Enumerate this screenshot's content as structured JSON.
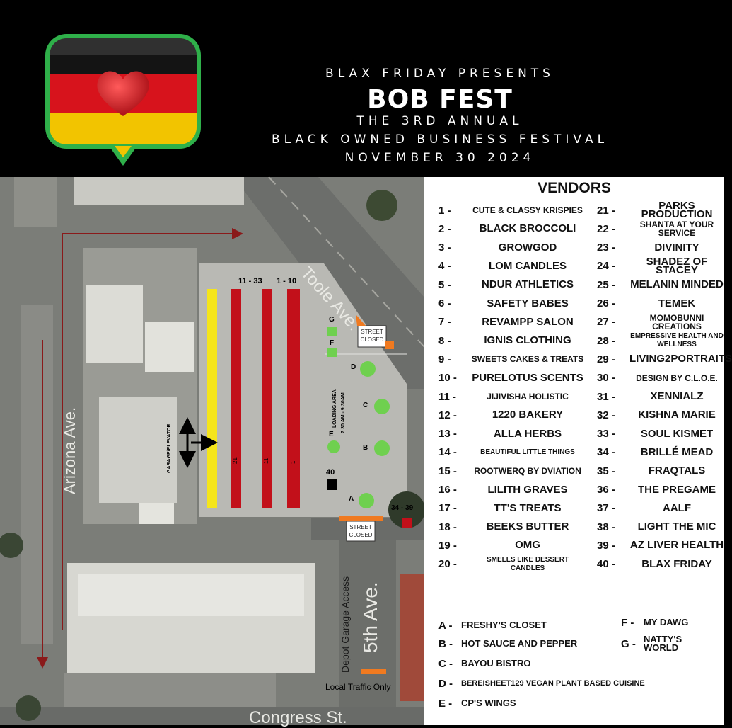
{
  "header": {
    "presents": "BLAX FRIDAY PRESENTS",
    "title": "BOB FEST",
    "annual": "THE 3RD ANNUAL",
    "festival": "BLACK OWNED BUSINESS FESTIVAL",
    "date": "NOVEMBER 30 2024",
    "logo_colors": [
      "#111111",
      "#d7131c",
      "#f2c400",
      "#1f9c3a"
    ]
  },
  "map": {
    "streets": {
      "toole": "Toole Ave.",
      "arizona": "Arizona Ave.",
      "fifth": "5th Ave.",
      "congress": "Congress St.",
      "depot": "Depot Garage Access"
    },
    "row_labels": {
      "left": "11 - 33",
      "right": "1 - 10"
    },
    "lane_numbers": [
      "21",
      "11",
      "1"
    ],
    "garage_label": "GARAGE/ELEVATOR",
    "loading_label": "LOADING AREA",
    "loading_time": "7:30 AM - 9:30AM",
    "street_closed": "STREET CLOSED",
    "booth_labels": [
      "A",
      "B",
      "C",
      "D",
      "E",
      "F",
      "G"
    ],
    "booth_40": "40",
    "booth_34_39": "34 - 39",
    "local_traffic": "Local Traffic Only",
    "colors": {
      "yellow": "#f5e51b",
      "red": "#c2101a",
      "green": "#6fd04f",
      "orange": "#f07a20"
    }
  },
  "vendors": {
    "title": "VENDORS",
    "left": [
      {
        "num": "1 -",
        "name": "CUTE & CLASSY KRISPIES"
      },
      {
        "num": "2 -",
        "name": "BLACK BROCCOLI"
      },
      {
        "num": "3 -",
        "name": "GROWGOD"
      },
      {
        "num": "4 -",
        "name": "LOM CANDLES"
      },
      {
        "num": "5 -",
        "name": "NDUR ATHLETICS"
      },
      {
        "num": "6 -",
        "name": "SAFETY BABES"
      },
      {
        "num": "7 -",
        "name": "REVAMPP SALON"
      },
      {
        "num": "8 -",
        "name": "IGNIS CLOTHING"
      },
      {
        "num": "9 -",
        "name": "SWEETS CAKES & TREATS"
      },
      {
        "num": "10 -",
        "name": "PURELOTUS SCENTS"
      },
      {
        "num": "11 -",
        "name": "JIJIVISHA HOLISTIC"
      },
      {
        "num": "12 -",
        "name": "1220 BAKERY"
      },
      {
        "num": "13 -",
        "name": "ALLA HERBS"
      },
      {
        "num": "14 -",
        "name": "BEAUTIFUL LITTLE THINGS"
      },
      {
        "num": "15 -",
        "name": "ROOTWERQ BY DVIATION"
      },
      {
        "num": "16 -",
        "name": "LILITH GRAVES"
      },
      {
        "num": "17 -",
        "name": "TT'S TREATS"
      },
      {
        "num": "18 -",
        "name": "BEEKS BUTTER"
      },
      {
        "num": "19 -",
        "name": "OMG"
      },
      {
        "num": "20 -",
        "name": "SMELLS LIKE DESSERT CANDLES"
      }
    ],
    "right": [
      {
        "num": "21 -",
        "name": "PARKS PRODUCTION"
      },
      {
        "num": "22 -",
        "name": "SHANTA AT YOUR SERVICE"
      },
      {
        "num": "23 -",
        "name": "DIVINITY"
      },
      {
        "num": "24 -",
        "name": "SHADEZ OF STACEY"
      },
      {
        "num": "25 -",
        "name": "MELANIN MINDED"
      },
      {
        "num": "26 -",
        "name": "TEMEK"
      },
      {
        "num": "27 -",
        "name": "MOMOBUNNI CREATIONS"
      },
      {
        "num": "28 -",
        "name": "EMPRESSIVE HEALTH AND WELLNESS"
      },
      {
        "num": "29 -",
        "name": "LIVING2PORTRAITS"
      },
      {
        "num": "30 -",
        "name": "DESIGN BY C.L.O.E."
      },
      {
        "num": "31 -",
        "name": "XENNIALZ"
      },
      {
        "num": "32 -",
        "name": "KISHNA MARIE"
      },
      {
        "num": "33 -",
        "name": "SOUL KISMET"
      },
      {
        "num": "34 -",
        "name": "BRILLÉ MEAD"
      },
      {
        "num": "35 -",
        "name": "FRAQTALS"
      },
      {
        "num": "36 -",
        "name": "THE PREGAME"
      },
      {
        "num": "37 -",
        "name": "AALF"
      },
      {
        "num": "38 -",
        "name": "LIGHT THE MIC"
      },
      {
        "num": "39 -",
        "name": "AZ LIVER HEALTH"
      },
      {
        "num": "40 -",
        "name": "BLAX FRIDAY"
      }
    ],
    "letters": [
      {
        "num": "A -",
        "name": "FRESHY'S CLOSET"
      },
      {
        "num": "B -",
        "name": "HOT SAUCE AND PEPPER"
      },
      {
        "num": "C -",
        "name": "BAYOU BISTRO"
      },
      {
        "num": "D -",
        "name": "BEREISHEET129 VEGAN PLANT BASED CUISINE"
      },
      {
        "num": "E -",
        "name": "CP's WINGS"
      },
      {
        "num": "F -",
        "name": "MY DAWG"
      },
      {
        "num": "G -",
        "name": "NATTY'S WORLD"
      }
    ]
  }
}
